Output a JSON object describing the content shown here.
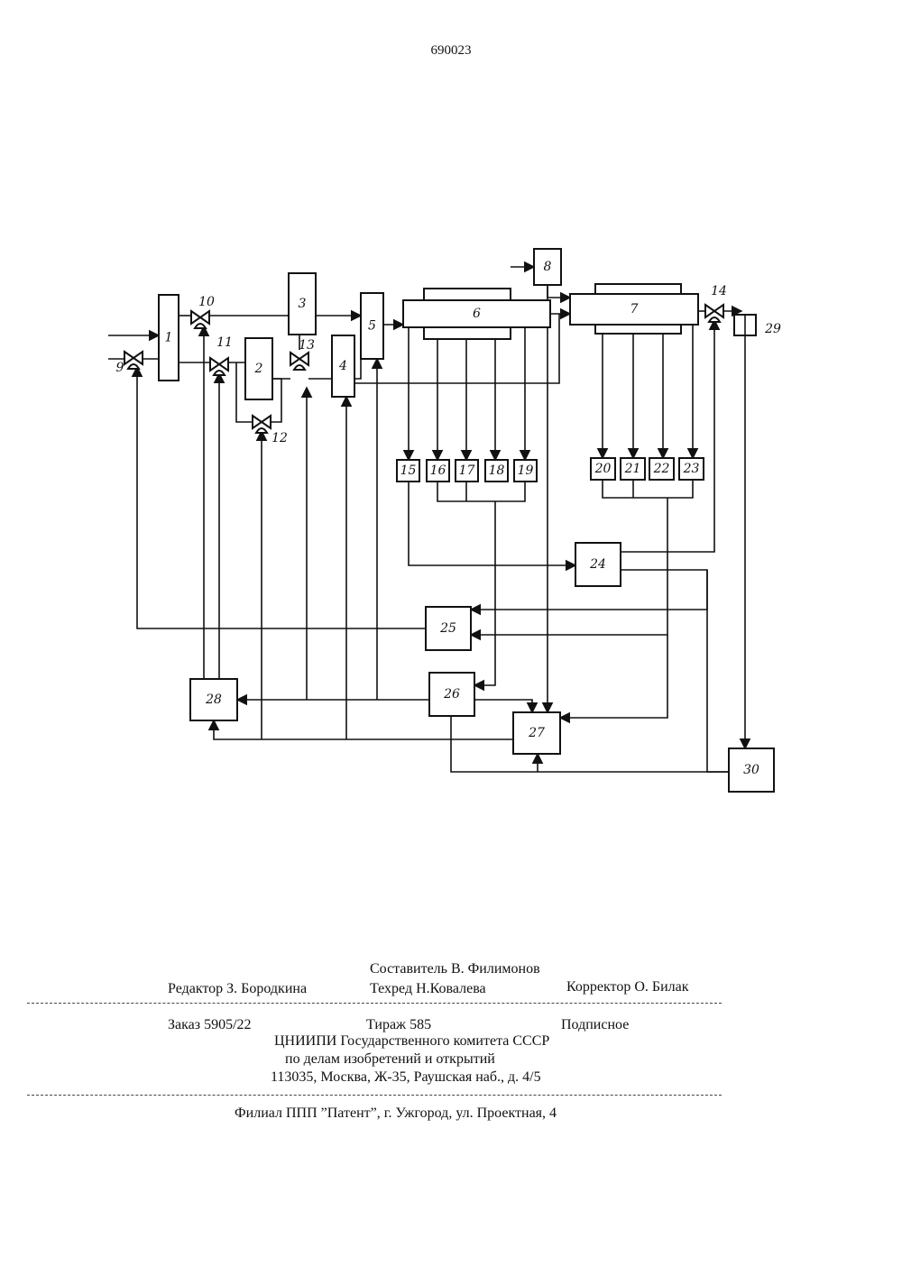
{
  "page_number": "690023",
  "diagram": {
    "blocks": [
      "1",
      "2",
      "3",
      "4",
      "5",
      "6",
      "7",
      "8",
      "15",
      "16",
      "17",
      "18",
      "19",
      "20",
      "21",
      "22",
      "23",
      "24",
      "25",
      "26",
      "27",
      "28",
      "30"
    ],
    "valves": [
      "9",
      "10",
      "11",
      "12",
      "13",
      "14"
    ],
    "sensor": "29"
  },
  "imprint": {
    "compiler": "Составитель В. Филимонов",
    "editor": "Редактор З. Бородкина",
    "techred": "Техред Н.Ковалева",
    "corrector": "Корректор О. Билак",
    "order": "Заказ 5905/22",
    "circulation": "Тираж 585",
    "subscription": "Подписное",
    "org_line1": "ЦНИИПИ Государственного комитета СССР",
    "org_line2": "по делам изобретений и открытий",
    "address": "113035, Москва, Ж-35, Раушская наб., д. 4/5",
    "branch": "Филиал ППП ”Патент”, г. Ужгород, ул. Проектная, 4"
  }
}
